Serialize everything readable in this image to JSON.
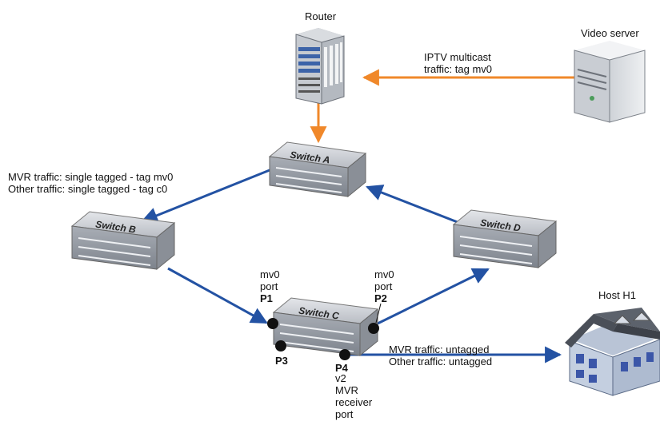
{
  "nodes": {
    "router": "Router",
    "video_server": "Video server",
    "switch_a": "Switch A",
    "switch_b": "Switch B",
    "switch_c": "Switch C",
    "switch_d": "Switch D",
    "host_h1": "Host H1"
  },
  "labels": {
    "iptv": "IPTV multicast\ntraffic: tag mv0",
    "mvr_left": "MVR traffic: single tagged - tag mv0\nOther traffic: single tagged - tag c0",
    "p1_desc": "mv0\nport",
    "p1": "P1",
    "p2_desc": "mv0\nport",
    "p2": "P2",
    "p3": "P3",
    "p4": "P4",
    "p4_desc": "v2\nMVR\nreceiver\nport",
    "host_traffic": "MVR traffic: untagged\nOther traffic: untagged"
  },
  "colors": {
    "multicast_link": "#f0882a",
    "vlan_link": "#2352a3",
    "port_dot": "#111111"
  },
  "icons": [
    "router-icon",
    "server-icon",
    "switch-icon",
    "house-icon"
  ]
}
